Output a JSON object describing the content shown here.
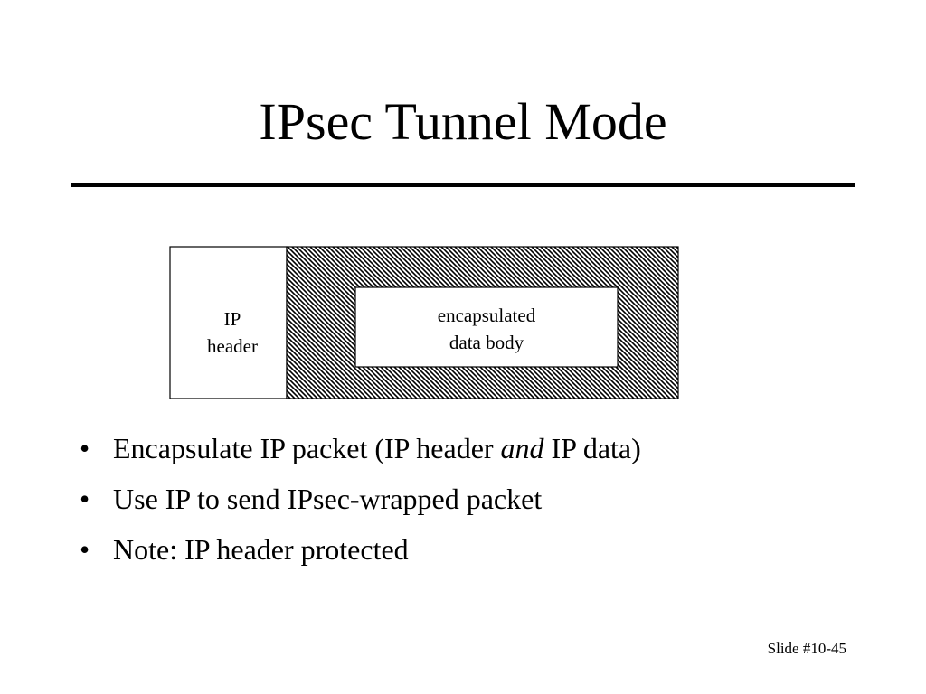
{
  "slide": {
    "title": "IPsec Tunnel Mode",
    "slide_number": "Slide #10-45"
  },
  "diagram": {
    "ip_header": [
      "IP",
      "header"
    ],
    "encapsulated": [
      "encapsulated",
      "data body"
    ]
  },
  "bullets": [
    {
      "before": "Encapsulate IP packet (IP header ",
      "em": "and",
      "after": " IP data)"
    },
    {
      "before": "Use IP to send IPsec-wrapped packet",
      "em": "",
      "after": ""
    },
    {
      "before": "Note: IP header protected",
      "em": "",
      "after": ""
    }
  ],
  "bullet_glyph": "•"
}
